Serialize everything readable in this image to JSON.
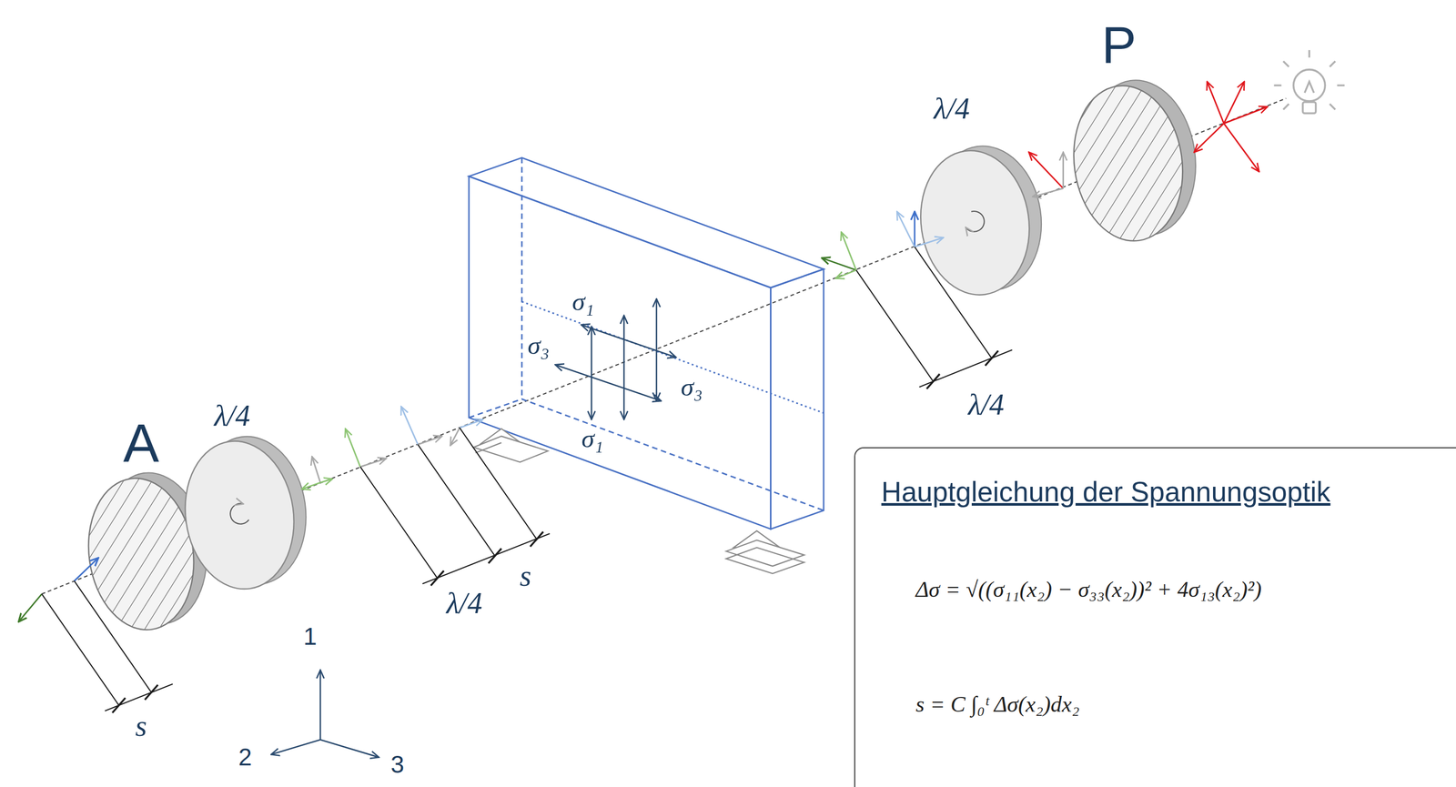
{
  "diagram": {
    "nodes": [
      {
        "text": [
          "Hauptgleichung der Spannungsoptik",
          "Δσ = √((σ₁₁(x₂) − σ₃₃(x₂))² + 4σ₁₃(x₂)²)",
          "s = C ∫₀ᵗ Δσ(x₂)dx₂"
        ]
      }
    ],
    "labels": [
      "P",
      "λ/4",
      "σ₁",
      "σ₃",
      "σ₃",
      "σ₁",
      "λ/4",
      "A",
      "λ/4",
      "λ/4",
      "s",
      "s",
      "1",
      "2",
      "3"
    ]
  }
}
